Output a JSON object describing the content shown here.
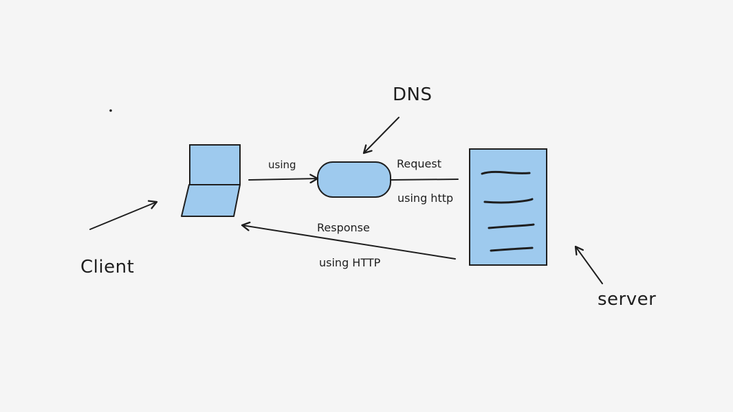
{
  "diagram": {
    "colors": {
      "background": "#f5f5f5",
      "fill": "#9ecaee",
      "stroke": "#1e1e1e"
    },
    "labels": {
      "dns": "DNS",
      "client": "Client",
      "server": "server",
      "using": "using",
      "request": "Request",
      "using_http_lower": "using http",
      "response": "Response",
      "using_http_upper": "using HTTP"
    }
  }
}
